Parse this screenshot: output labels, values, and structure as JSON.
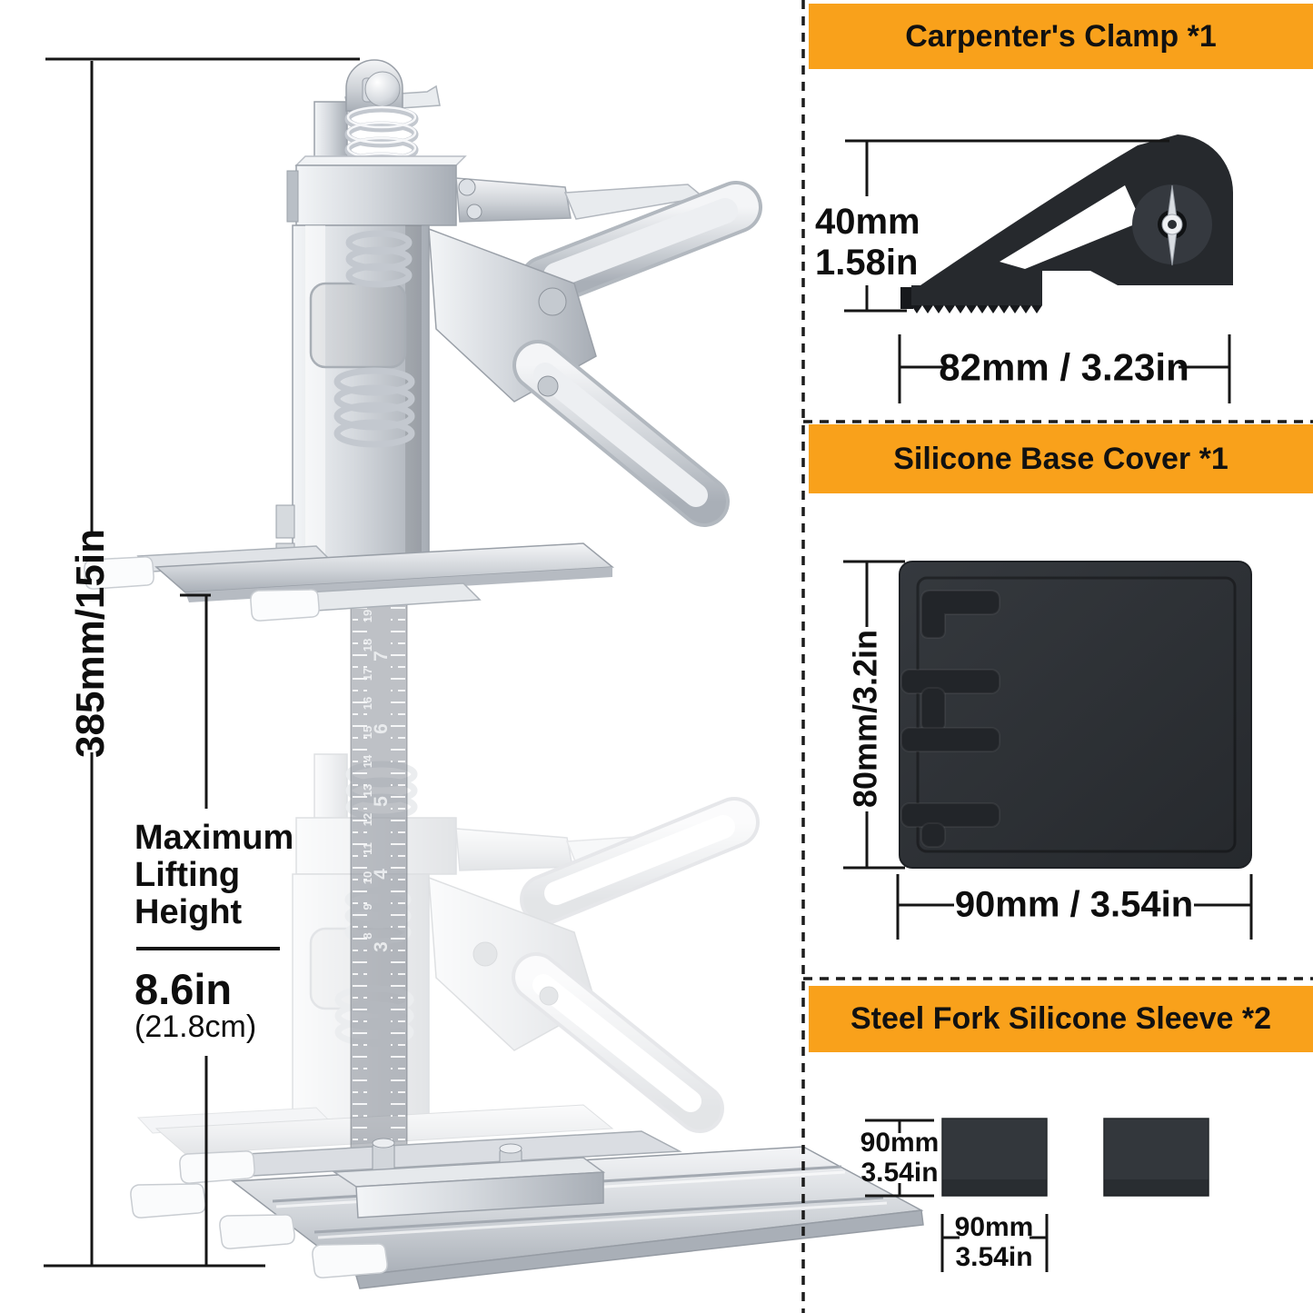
{
  "colors": {
    "accent_orange": "#F9A11B",
    "dimension_line": "#161616",
    "product_dark": "#2B2F34",
    "chrome_light": "#EDEFF2",
    "chrome_mid": "#C9CDD3"
  },
  "left_diagram": {
    "total_height": "385mm/15in",
    "max_lift": {
      "line1": "Maximum",
      "line2": "Lifting",
      "line3": "Height",
      "value": "8.6in",
      "metric": "(21.8cm)"
    },
    "ruler": {
      "cm": [
        "19",
        "18",
        "17",
        "16",
        "15",
        "14",
        "13",
        "12",
        "11",
        "10",
        "9",
        "8"
      ],
      "inch": [
        "7",
        "6",
        "5",
        "4",
        "3"
      ]
    }
  },
  "panel": {
    "sections": [
      {
        "title": "Carpenter's Clamp *1",
        "height_line1": "40mm",
        "height_line2": "1.58in",
        "width": "82mm / 3.23in"
      },
      {
        "title": "Silicone Base Cover *1",
        "height": "80mm/3.2in",
        "width": "90mm / 3.54in"
      },
      {
        "title": "Steel Fork Silicone Sleeve *2",
        "height_line1": "90mm",
        "height_line2": "3.54in",
        "width_line1": "90mm",
        "width_line2": "3.54in"
      }
    ]
  }
}
